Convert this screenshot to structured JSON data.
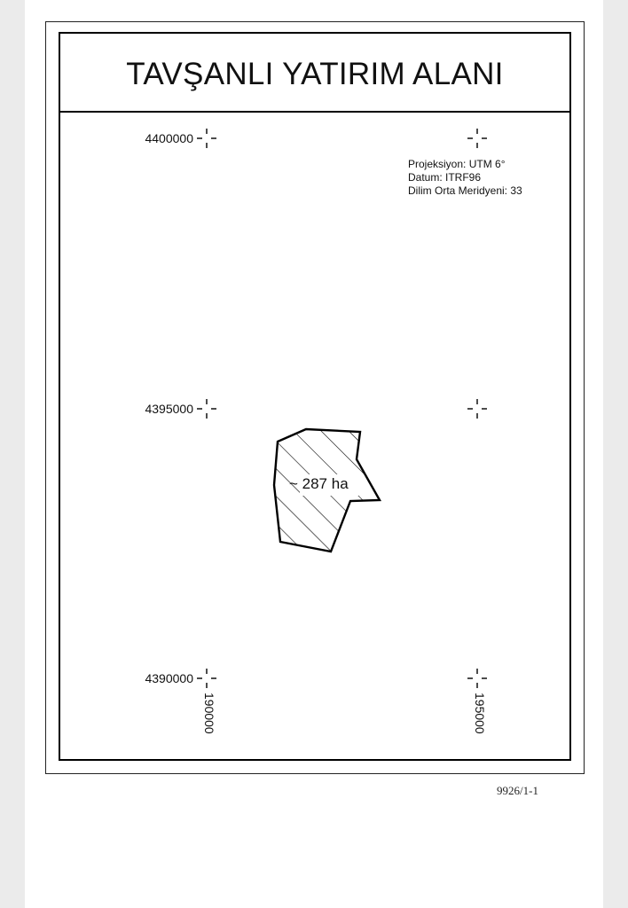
{
  "map": {
    "title": "TAVŞANLI YATIRIM ALANI",
    "projection_info": [
      "Projeksiyon: UTM 6°",
      "Datum: ITRF96",
      "Dilim Orta Meridyeni: 33"
    ],
    "northing_labels": [
      "4400000",
      "4395000",
      "4390000"
    ],
    "easting_labels": [
      "190000",
      "195000"
    ],
    "area_label": "~ 287 ha",
    "sheet_number": "9926/1-1",
    "colors": {
      "ink": "#000000",
      "paper": "#ffffff",
      "background": "#ebebeb"
    }
  }
}
